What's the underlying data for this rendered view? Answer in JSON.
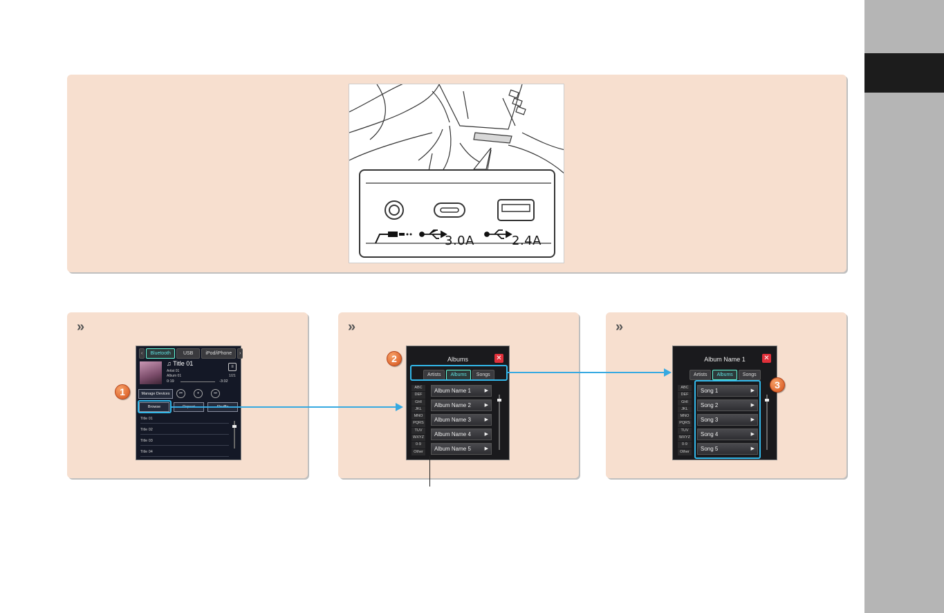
{
  "ports": {
    "usb_c_label": "3.0A",
    "usb_a_label": "2.4A"
  },
  "step1": {
    "chevron": "»",
    "badge": "1",
    "tabs": [
      "Bluetooth",
      "USB",
      "iPod/iPhone"
    ],
    "track_title": "♫ Title 01",
    "artist": "Artist 01",
    "album": "Album 01",
    "track_count": "1/21",
    "elapsed": "0:19",
    "remaining": "-3:32",
    "manage_devices": "Manage Devices",
    "browse": "Browse",
    "repeat": "Repeat",
    "shuffle": "Shuffle",
    "list": [
      "Title 01",
      "Title 02",
      "Title 03",
      "Title 04"
    ]
  },
  "step2": {
    "chevron": "»",
    "badge": "2",
    "title": "Albums",
    "tabs": [
      "Artists",
      "Albums",
      "Songs"
    ],
    "alpha": [
      "ABC",
      "DEF",
      "GHI",
      "JKL",
      "MNO",
      "PQRS",
      "TUV",
      "WXYZ",
      "0-9",
      "Other"
    ],
    "rows": [
      "Album Name 1",
      "Album Name 2",
      "Album Name 3",
      "Album Name 4",
      "Album Name 5"
    ]
  },
  "step3": {
    "chevron": "»",
    "badge": "3",
    "title": "Album Name 1",
    "tabs": [
      "Artists",
      "Albums",
      "Songs"
    ],
    "alpha": [
      "ABC",
      "DEF",
      "GHI",
      "JKL",
      "MNO",
      "PQRS",
      "TUV",
      "WXYZ",
      "0-9",
      "Other"
    ],
    "rows": [
      "Song 1",
      "Song 2",
      "Song 3",
      "Song 4",
      "Song 5"
    ]
  },
  "colors": {
    "panel": "#f7dfcf",
    "highlight": "#32b8ea",
    "badge": "#e0672c",
    "side_strip": "#b5b5b5"
  }
}
